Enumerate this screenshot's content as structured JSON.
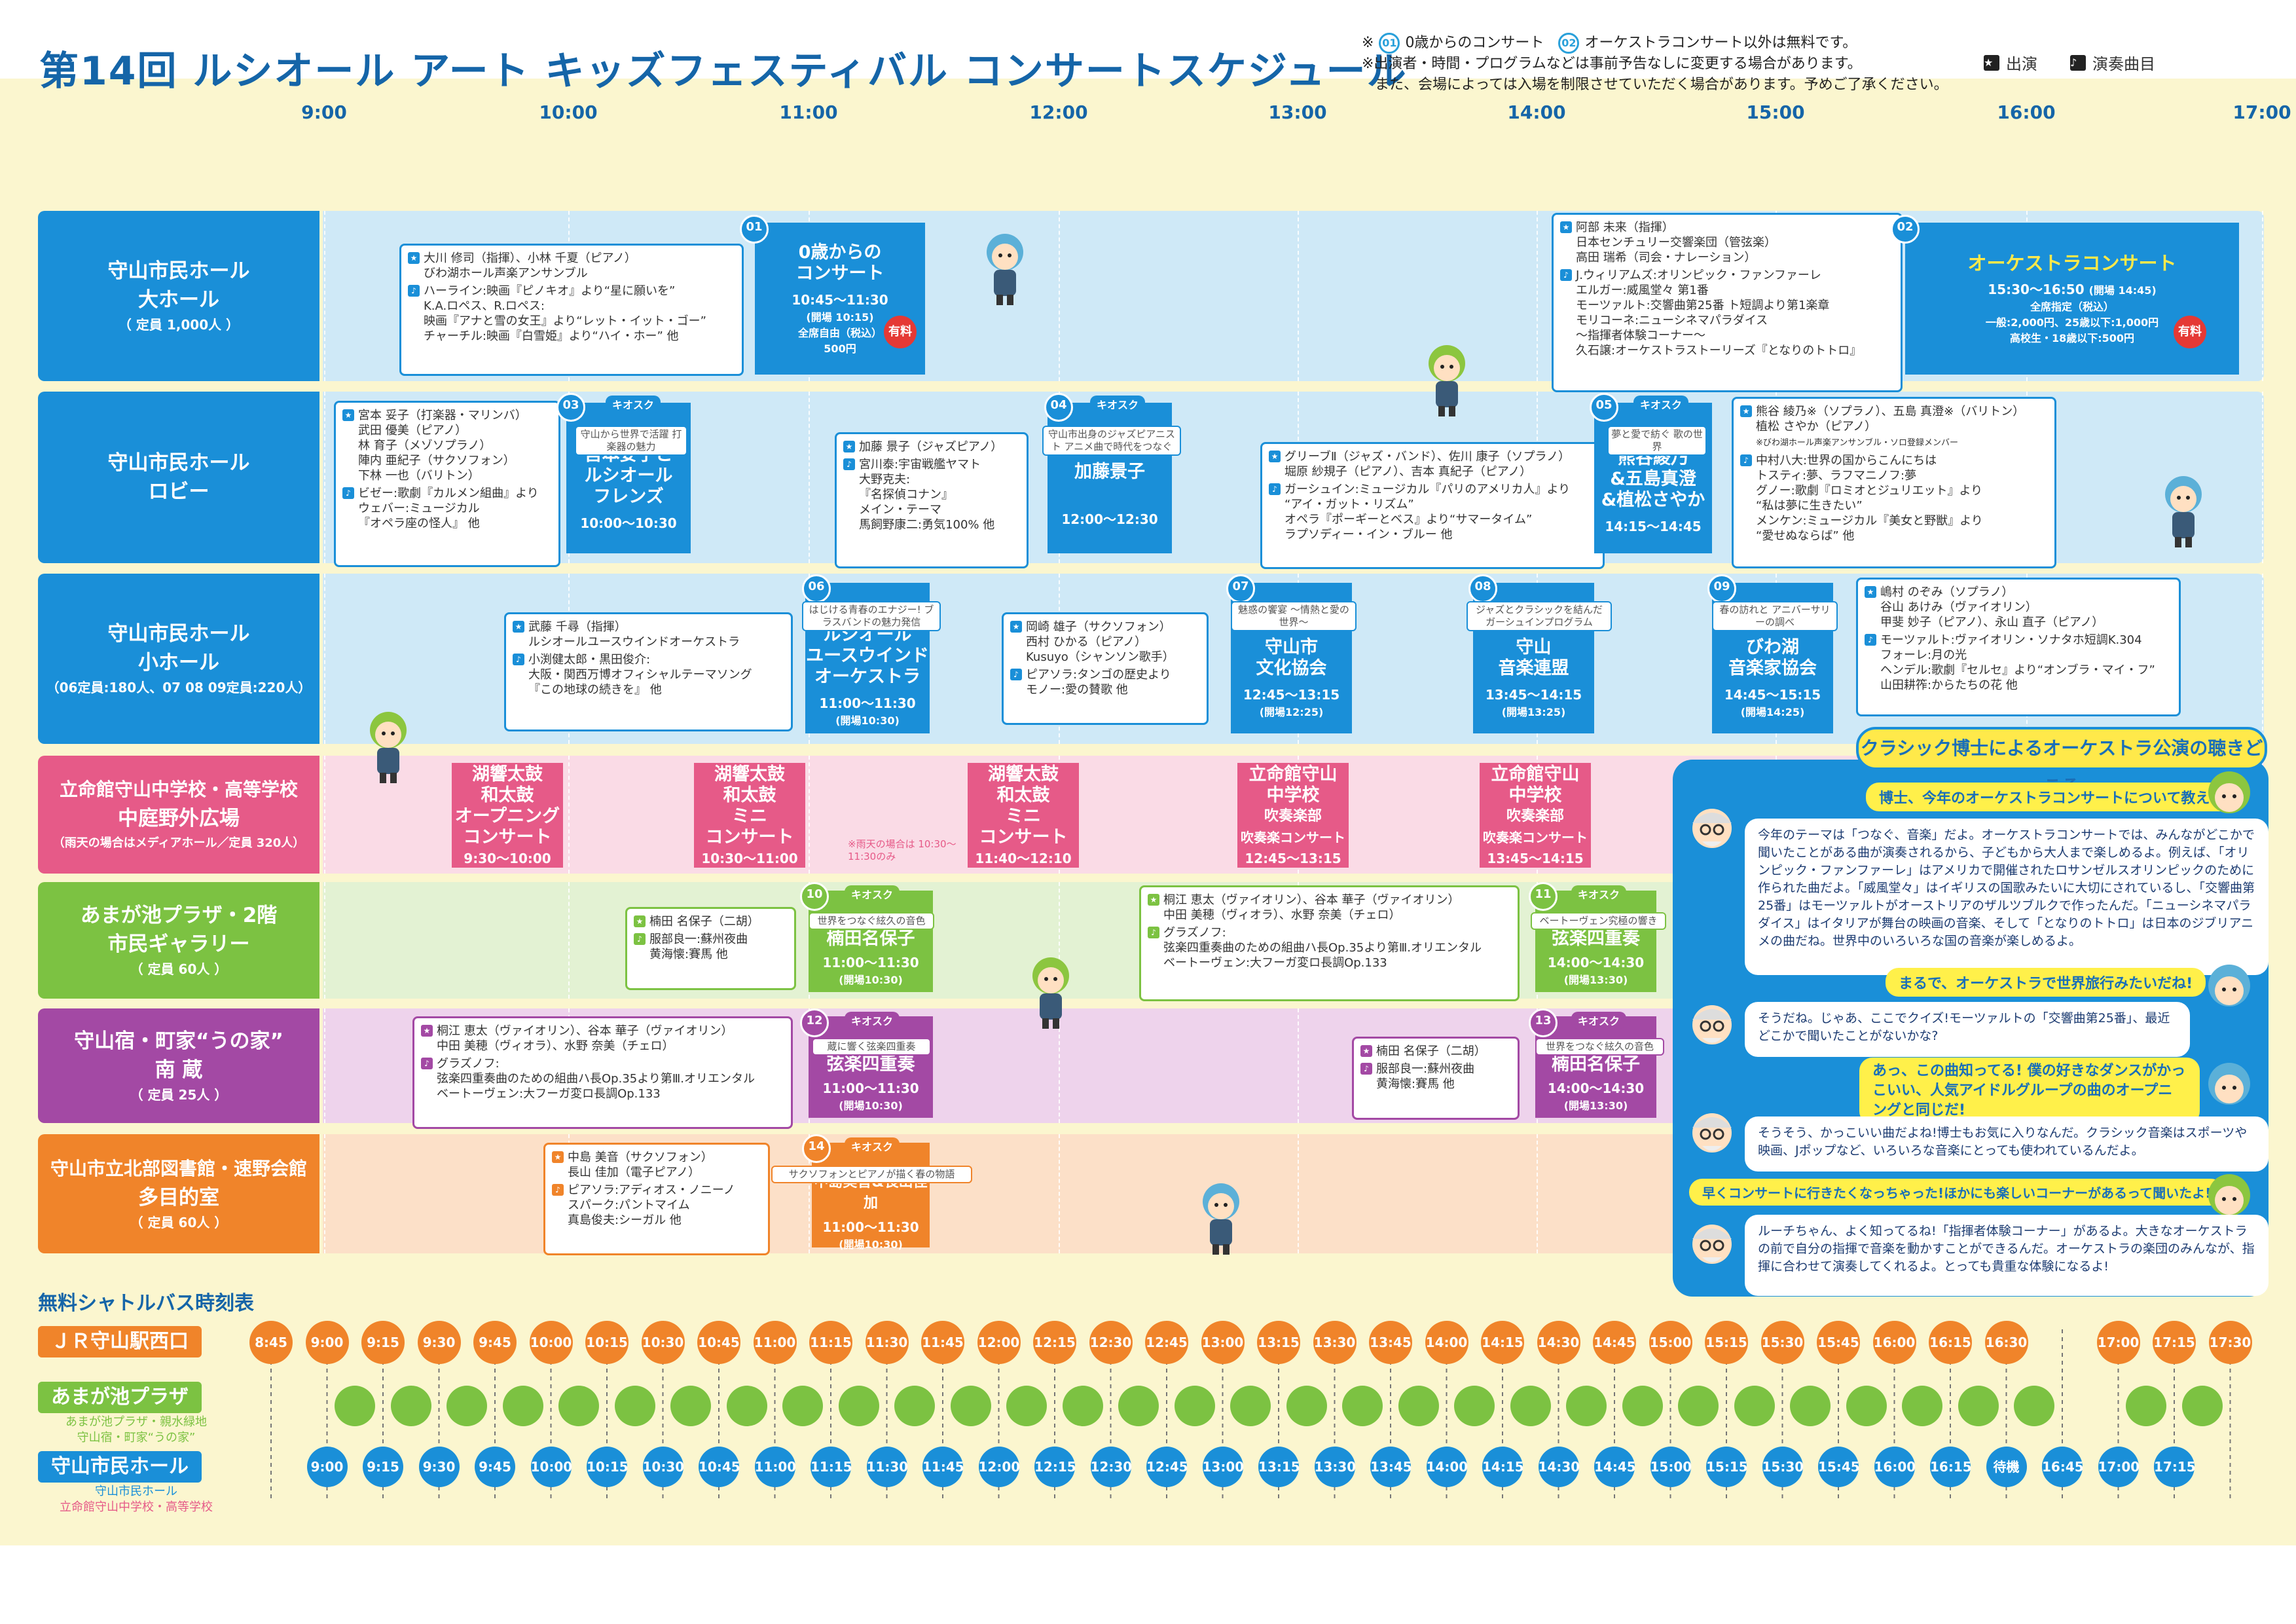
{
  "title": "第14回 ルシオール アート キッズフェスティバル コンサートスケジュール",
  "notes": {
    "line1_prefix": "※",
    "line1_a": "0歳からのコンサート",
    "line1_b": "オーケストラコンサート以外は無料です。",
    "line2": "※出演者・時間・プログラムなどは事前予告なしに変更する場合があります。",
    "line3": "また、会場によっては入場を制限させていただく場合があります。予めご了承ください。",
    "c01": "01",
    "c02": "02"
  },
  "legend": {
    "performer": "出演",
    "piece": "演奏曲目"
  },
  "times": [
    "9:00",
    "10:00",
    "11:00",
    "12:00",
    "13:00",
    "14:00",
    "15:00",
    "16:00",
    "17:00"
  ],
  "rows": {
    "r1": {
      "l1": "守山市民ホール",
      "l2": "大ホール",
      "cap": "（ 定員 1,000人 ）",
      "color": "#1a8fd8"
    },
    "r2": {
      "l1": "守山市民ホール",
      "l2": "ロビー",
      "color": "#1a8fd8"
    },
    "r3": {
      "l1": "守山市民ホール",
      "l2": "小ホール",
      "cap": "（06定員:180人、07 08 09定員:220人）",
      "color": "#1a8fd8"
    },
    "r4": {
      "l1": "立命館守山中学校・高等学校",
      "l2": "中庭野外広場",
      "cap": "（雨天の場合はメディアホール／定員 320人）",
      "color": "#e65a88"
    },
    "r5": {
      "l1": "あまが池プラザ・2階",
      "l2": "市民ギャラリー",
      "cap": "（ 定員 60人 ）",
      "color": "#7cc242"
    },
    "r6": {
      "l1": "守山宿・町家“うの家”",
      "l2": "南 蔵",
      "cap": "（ 定員 25人 ）",
      "color": "#a349a4"
    },
    "r7": {
      "l1": "守山市立北部図書館・速野会館",
      "l2": "多目的室",
      "cap": "（ 定員 60人 ）",
      "color": "#f0842a"
    }
  },
  "events": {
    "e01": {
      "no": "01",
      "t1": "0歳からの",
      "t2": "コンサート",
      "time": "10:45～11:30",
      "open": "(開場 10:15)",
      "seat": "全席自由（税込）",
      "price": "500円",
      "tag": "有料"
    },
    "e02": {
      "no": "02",
      "t1": "オーケストラコンサート",
      "time": "15:30～16:50",
      "open": "(開場 14:45)",
      "seat": "全席指定（税込）",
      "price": "一般:2,000円、25歳以下:1,000円",
      "price2": "高校生・18歳以下:500円",
      "tag": "有料"
    },
    "e03": {
      "no": "03",
      "kiosk": "キオスク",
      "banner": "守山から世界で活躍 打楽器の魅力",
      "t1": "宮本妥子と",
      "t2": "ルシオール",
      "t3": "フレンズ",
      "time": "10:00～10:30"
    },
    "e04": {
      "no": "04",
      "kiosk": "キオスク",
      "banner": "守山市出身のジャズピアニスト アニメ曲で時代をつなぐ",
      "t1": "加藤景子",
      "time": "12:00～12:30"
    },
    "e05": {
      "no": "05",
      "kiosk": "キオスク",
      "banner": "夢と愛で紡ぐ 歌の世界",
      "t1": "熊谷綾乃",
      "t2": "&五島真澄",
      "t3": "&植松さやか",
      "time": "14:15～14:45"
    },
    "e06": {
      "no": "06",
      "banner": "はじける青春のエナジー! ブラスバンドの魅力発信",
      "t1": "ルシオール",
      "t2": "ユースウインド",
      "t3": "オーケストラ",
      "time": "11:00～11:30",
      "open": "(開場10:30)"
    },
    "e07": {
      "no": "07",
      "banner": "魅惑の饗宴 ～情熱と愛の世界～",
      "t1": "守山市",
      "t2": "文化協会",
      "time": "12:45～13:15",
      "open": "(開場12:25)"
    },
    "e08": {
      "no": "08",
      "banner": "ジャズとクラシックを結んだ ガーシュインプログラム",
      "t1": "守山",
      "t2": "音楽連盟",
      "time": "13:45～14:15",
      "open": "(開場13:25)"
    },
    "e09": {
      "no": "09",
      "banner": "春の訪れと アニバーサリーの調べ",
      "t1": "びわ湖",
      "t2": "音楽家協会",
      "time": "14:45～15:15",
      "open": "(開場14:25)"
    },
    "t1": {
      "a": "湖響太鼓",
      "b": "和太鼓",
      "c": "オープニング",
      "d": "コンサート",
      "time": "9:30～10:00"
    },
    "t2": {
      "a": "湖響太鼓",
      "b": "和太鼓",
      "c": "ミニ",
      "d": "コンサート",
      "time": "10:30～11:00"
    },
    "t3": {
      "a": "湖響太鼓",
      "b": "和太鼓",
      "c": "ミニ",
      "d": "コンサート",
      "time": "11:40～12:10"
    },
    "rain": "※雨天の場合は 10:30～11:30のみ",
    "rt1": {
      "a": "立命館守山",
      "b": "中学校",
      "c": "吹奏楽部",
      "d": "吹奏楽コンサート",
      "time": "12:45～13:15"
    },
    "rt2": {
      "a": "立命館守山",
      "b": "中学校",
      "c": "吹奏楽部",
      "d": "吹奏楽コンサート",
      "time": "13:45～14:15"
    },
    "e10": {
      "no": "10",
      "kiosk": "キオスク",
      "banner": "世界をつなぐ絃久の音色",
      "t1": "楠田名保子",
      "time": "11:00～11:30",
      "open": "(開場10:30)"
    },
    "e11": {
      "no": "11",
      "kiosk": "キオスク",
      "banner": "ベートーヴェン究極の響き",
      "t1": "弦楽四重奏",
      "time": "14:00～14:30",
      "open": "(開場13:30)"
    },
    "e12": {
      "no": "12",
      "kiosk": "キオスク",
      "banner": "蔵に響く弦楽四重奏",
      "t1": "弦楽四重奏",
      "time": "11:00～11:30",
      "open": "(開場10:30)"
    },
    "e13": {
      "no": "13",
      "kiosk": "キオスク",
      "banner": "世界をつなぐ絃久の音色",
      "t1": "楠田名保子",
      "time": "14:00～14:30",
      "open": "(開場13:30)"
    },
    "e14": {
      "no": "14",
      "kiosk": "キオスク",
      "banner": "サクソフォンとピアノが描く春の物語",
      "t1": "中島美音&長山佳加",
      "time": "11:00～11:30",
      "open": "(開場10:30)"
    }
  },
  "infos": {
    "i1": {
      "p1": "大川 修司（指揮）、小林 千夏（ピアノ）",
      "p2": "びわ湖ホール声楽アンサンブル",
      "m1": "ハーライン:映画『ピノキオ』より“星に願いを”",
      "m2": "K.A.ロペス、R.ロペス:",
      "m3": "映画『アナと雪の女王』より“レット・イット・ゴー”",
      "m4": "チャーチル:映画『白雪姫』より“ハイ・ホー” 他"
    },
    "i2": {
      "p1": "阿部 未来（指揮）",
      "p2": "日本センチュリー交響楽団（管弦楽）",
      "p3": "高田 瑞希（司会・ナレーション）",
      "m1": "J.ウィリアムズ:オリンピック・ファンファーレ",
      "m2": "エルガー:威風堂々 第1番",
      "m3": "モーツァルト:交響曲第25番 ト短調より第1楽章",
      "m4": "モリコーネ:ニューシネマパラダイス",
      "m5": "～指揮者体験コーナー～",
      "m6": "久石譲:オーケストラストーリーズ『となりのトトロ』"
    },
    "i3": {
      "p1": "宮本 妥子（打楽器・マリンバ）",
      "p2": "武田 優美（ピアノ）",
      "p3": "林 育子（メゾソプラノ）",
      "p4": "陣内 亜紀子（サクソフォン）",
      "p5": "下林 一也（バリトン）",
      "m1": "ビゼー:歌劇『カルメン組曲』より",
      "m2": "ウェバー:ミュージカル",
      "m3": "『オペラ座の怪人』 他"
    },
    "i4": {
      "p1": "加藤 景子（ジャズピアノ）",
      "m1": "宮川泰:宇宙戦艦ヤマト",
      "m2": "大野克夫:",
      "m3": "『名探偵コナン』",
      "m4": "メイン・テーマ",
      "m5": "馬飼野康二:勇気100% 他"
    },
    "i5": {
      "p1": "グリーブⅡ（ジャズ・バンド）、佐川 康子（ソプラノ）",
      "p2": "堀原 紗規子（ピアノ）、吉本 真紀子（ピアノ）",
      "m1": "ガーシュイン:ミュージカル『パリのアメリカ人』より",
      "m2": "“アイ・ガット・リズム”",
      "m3": "オペラ『ポーギーとベス』より“サマータイム”",
      "m4": "ラプソディー・イン・ブルー 他"
    },
    "i6": {
      "p1": "熊谷 綾乃※（ソプラノ）、五島 真澄※（バリトン）",
      "p2": "植松 さやか（ピアノ）",
      "p3": "※びわ湖ホール声楽アンサンブル・ソロ登録メンバー",
      "m1": "中村八大:世界の国からこんにちは",
      "m2": "トスティ:夢、ラフマニノフ:夢",
      "m3": "グノー:歌劇『ロミオとジュリエット』より",
      "m4": "“私は夢に生きたい”",
      "m5": "メンケン:ミュージカル『美女と野獣』より",
      "m6": "“愛せぬならば” 他"
    },
    "i7": {
      "p1": "武藤 千尋（指揮）",
      "p2": "ルシオールユースウインドオーケストラ",
      "m1": "小渕健太郎・黒田俊介:",
      "m2": "大阪・関西万博オフィシャルテーマソング",
      "m3": "『この地球の続きを』 他"
    },
    "i8": {
      "p1": "岡崎 雄子（サクソフォン）",
      "p2": "西村 ひかる（ピアノ）",
      "p3": "Kusuyo（シャンソン歌手）",
      "m1": "ピアソラ:タンゴの歴史より",
      "m2": "モノー:愛の賛歌 他"
    },
    "i9": {
      "p1": "嶋村 のぞみ（ソプラノ）",
      "p2": "谷山 あけみ（ヴァイオリン）",
      "p3": "甲斐 妙子（ピアノ）、永山 直子（ピアノ）",
      "m1": "モーツァルト:ヴァイオリン・ソナタホ短調K.304",
      "m2": "フォーレ:月の光",
      "m3": "ヘンデル:歌劇『セルセ』より“オンブラ・マイ・フ”",
      "m4": "山田耕筰:からたちの花 他"
    },
    "i10": {
      "p1": "楠田 名保子（二胡）",
      "m1": "服部良一:蘇州夜曲",
      "m2": "黄海懐:賽馬 他"
    },
    "i11": {
      "p1": "桐江 恵太（ヴァイオリン）、谷本 華子（ヴァイオリン）",
      "p2": "中田 美穂（ヴィオラ）、水野 奈美（チェロ）",
      "m1": "グラズノフ:",
      "m2": "弦楽四重奏曲のための組曲ハ長Op.35より第Ⅲ.オリエンタル",
      "m3": "ベートーヴェン:大フーガ変ロ長調Op.133"
    },
    "i12": {
      "p1": "桐江 恵太（ヴァイオリン）、谷本 華子（ヴァイオリン）",
      "p2": "中田 美穂（ヴィオラ）、水野 奈美（チェロ）",
      "m1": "グラズノフ:",
      "m2": "弦楽四重奏曲のための組曲ハ長Op.35より第Ⅲ.オリエンタル",
      "m3": "ベートーヴェン:大フーガ変ロ長調Op.133"
    },
    "i13": {
      "p1": "楠田 名保子（二胡）",
      "m1": "服部良一:蘇州夜曲",
      "m2": "黄海懐:賽馬 他"
    },
    "i14": {
      "p1": "中島 美音（サクソフォン）",
      "p2": "長山 佳加（電子ピアノ）",
      "m1": "ピアソラ:アディオス・ノニーノ",
      "m2": "スパーク:パントマイム",
      "m3": "真島俊夫:シーガル 他"
    }
  },
  "panel": {
    "title": "クラシック博士によるオーケストラ公演の聴きどころ",
    "q1": "博士、今年のオーケストラコンサートについて教えて!",
    "a1": "今年のテーマは「つなぐ、音楽」だよ。オーケストラコンサートでは、みんながどこかで聞いたことがある曲が演奏されるから、子どもから大人まで楽しめるよ。例えば、「オリンピック・ファンファーレ」はアメリカで開催されたロサンゼルスオリンピックのために作られた曲だよ。「威風堂々」はイギリスの国歌みたいに大切にされているし、「交響曲第25番」はモーツァルトがオーストリアのザルツブルクで作ったんだ。「ニューシネマパラダイス」はイタリアが舞台の映画の音楽、そして「となりのトトロ」は日本のジブリアニメの曲だね。世界中のいろいろな国の音楽が楽しめるよ。",
    "q2": "まるで、オーケストラで世界旅行みたいだね!",
    "a2": "そうだね。じゃあ、ここでクイズ!モーツァルトの「交響曲第25番」、最近どこかで聞いたことがないかな?",
    "q3": "あっ、この曲知ってる! 僕の好きなダンスがかっこいい、人気アイドルグループの曲のオープニングと同じだ!",
    "a3": "そうそう、かっこいい曲だよね!博士もお気に入りなんだ。クラシック音楽はスポーツや映画、Jポップなど、いろいろな音楽にとっても使われているんだよ。",
    "q4": "早くコンサートに行きたくなっちゃった!ほかにも楽しいコーナーがあるって聞いたよ!",
    "a4": "ルーチちゃん、よく知ってるね!「指揮者体験コーナー」があるよ。大きなオーケストラの前で自分の指揮で音楽を動かすことができるんだ。オーケストラの楽団のみんなが、指揮に合わせて演奏してくれるよ。とっても貴重な体験になるよ!"
  },
  "bus": {
    "title": "無料シャトルバス時刻表",
    "row1": "ＪＲ守山駅西口",
    "row2": "あまが池プラザ",
    "row2sub1": "あまが池プラザ・親水緑地",
    "row2sub2": "守山宿・町家“うの家”",
    "row3": "守山市民ホール",
    "row3sub1": "守山市民ホール",
    "row3sub2": "立命館守山中学校・高等学校",
    "jr": [
      "8:45",
      "9:00",
      "9:15",
      "9:30",
      "9:45",
      "10:00",
      "10:15",
      "10:30",
      "10:45",
      "11:00",
      "11:15",
      "11:30",
      "11:45",
      "12:00",
      "12:15",
      "12:30",
      "12:45",
      "13:00",
      "13:15",
      "13:30",
      "13:45",
      "14:00",
      "14:15",
      "14:30",
      "14:45",
      "15:00",
      "15:15",
      "15:30",
      "15:45",
      "16:00",
      "16:15",
      "16:30",
      "",
      "17:00",
      "17:15",
      "17:30"
    ],
    "hall": [
      "",
      "9:00",
      "9:15",
      "9:30",
      "9:45",
      "10:00",
      "10:15",
      "10:30",
      "10:45",
      "11:00",
      "11:15",
      "11:30",
      "11:45",
      "12:00",
      "12:15",
      "12:30",
      "12:45",
      "13:00",
      "13:15",
      "13:30",
      "13:45",
      "14:00",
      "14:15",
      "14:30",
      "14:45",
      "15:00",
      "15:15",
      "15:30",
      "15:45",
      "16:00",
      "16:15",
      "待機",
      "16:45",
      "17:00",
      "17:15",
      ""
    ],
    "jr_color": "#f0842a",
    "amaga_color": "#7cc242",
    "hall_color": "#1a8fd8"
  }
}
